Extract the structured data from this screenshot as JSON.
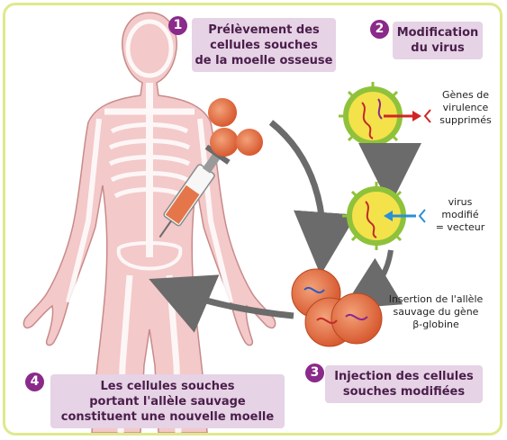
{
  "steps": [
    {
      "number": "1",
      "lines": [
        "Prélèvement des",
        "cellules souches",
        "de la moelle osseuse"
      ]
    },
    {
      "number": "2",
      "lines": [
        "Modification",
        "du virus"
      ]
    },
    {
      "number": "3",
      "lines": [
        "Injection des cellules",
        "souches modifiées"
      ]
    },
    {
      "number": "4",
      "lines": [
        "Les cellules souches",
        "portant l'allèle sauvage",
        "constituent une nouvelle moelle"
      ]
    }
  ],
  "annotations": {
    "virulence": [
      "Gènes de",
      "virulence",
      "supprimés"
    ],
    "vector": [
      "virus",
      "modifié",
      "= vecteur"
    ],
    "insertion": [
      "Insertion de l'allèle",
      "sauvage du gène",
      "β-globine"
    ]
  },
  "colors": {
    "frame": "#dfe98c",
    "label_bg": "#e6d3e6",
    "number_bg": "#8a2a8a",
    "body_fill": "#f3c9c9",
    "cell": "#e4764a",
    "virus_green": "#8fc23a",
    "virus_yellow": "#f3e24a",
    "red_arrow": "#d22424",
    "blue_arrow": "#2a8fd6"
  }
}
